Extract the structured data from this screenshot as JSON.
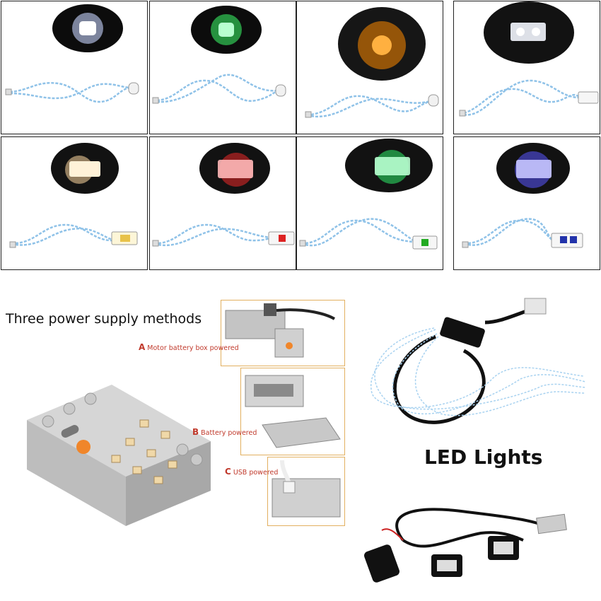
{
  "cells": [
    {
      "name": "white-round",
      "color": "#e6f0ff",
      "shape": "round"
    },
    {
      "name": "green-round",
      "color": "#3dff6a",
      "shape": "round"
    },
    {
      "name": "orange-round",
      "color": "#ff8a00",
      "shape": "round"
    },
    {
      "name": "white-brick",
      "color": "#f4f7ff",
      "shape": "brick"
    },
    {
      "name": "warm-white-brick",
      "color": "#ffd9a0",
      "shape": "brick"
    },
    {
      "name": "red-brick",
      "color": "#ff2a2a",
      "shape": "brick"
    },
    {
      "name": "green-brick",
      "color": "#2fff70",
      "shape": "brick"
    },
    {
      "name": "blue-brick",
      "color": "#5a55ff",
      "shape": "brick"
    }
  ],
  "power": {
    "title": "Three power supply methods",
    "methods": [
      {
        "letter": "A",
        "text": "Motor battery box powered"
      },
      {
        "letter": "B",
        "text": "Battery powered"
      },
      {
        "letter": "C",
        "text": "USB powered"
      }
    ]
  },
  "product": {
    "title": "LED Lights"
  },
  "colors": {
    "cable": "#8fc2e8",
    "frame": "#e2b060",
    "label": "#c0392b",
    "battery": "#bfbfbf",
    "button": "#f0862a"
  }
}
